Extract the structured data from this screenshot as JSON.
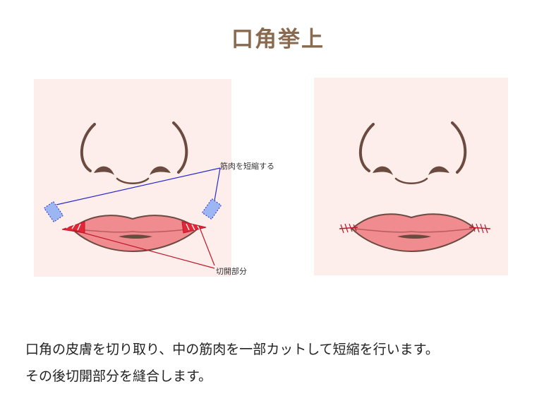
{
  "title": "口角挙上",
  "colors": {
    "title": "#8a6a4f",
    "panel_bg": "#fdeeeb",
    "skin_line": "#6b4a40",
    "lip": "#f08c8f",
    "lip_outline": "#6b4a40",
    "muscle": "#9bb6f2",
    "muscle_line": "#2a2ad0",
    "incision": "#e02838",
    "incision_line": "#c0182a",
    "suture": "#c0182a"
  },
  "labels": {
    "muscle": "筋肉を短縮する",
    "incision": "切開部分"
  },
  "description": {
    "line1": "口角の皮膚を切り取り、中の筋肉を一部カットして短縮を行います。",
    "line2": "その後切開部分を縫合します。"
  }
}
